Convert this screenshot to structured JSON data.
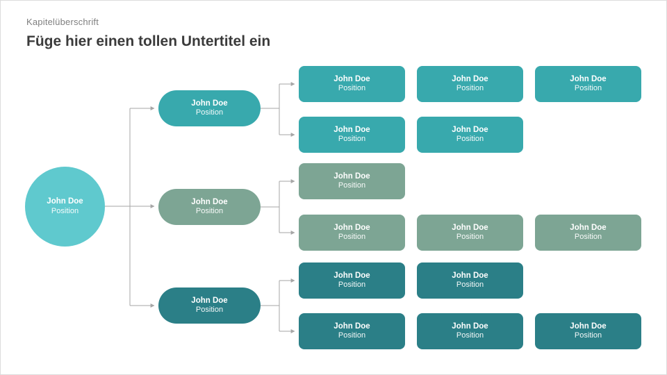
{
  "slide": {
    "eyebrow": "Kapitelüberschrift",
    "title": "Füge hier einen tollen Untertitel ein"
  },
  "colors": {
    "root_node": "#5fc9ce",
    "branch_teal": "#38a9ad",
    "branch_sage": "#7da594",
    "branch_dark_teal": "#2b7f87",
    "connector": "#a6a6a6"
  },
  "root": {
    "name": "John Doe",
    "position": "Position"
  },
  "groups": [
    {
      "branch": {
        "name": "John Doe",
        "position": "Position"
      },
      "rows": [
        [
          {
            "name": "John Doe",
            "position": "Position"
          },
          {
            "name": "John Doe",
            "position": "Position"
          },
          {
            "name": "John Doe",
            "position": "Position"
          }
        ],
        [
          {
            "name": "John Doe",
            "position": "Position"
          },
          {
            "name": "John Doe",
            "position": "Position"
          }
        ]
      ]
    },
    {
      "branch": {
        "name": "John Doe",
        "position": "Position"
      },
      "rows": [
        [
          {
            "name": "John Doe",
            "position": "Position"
          }
        ],
        [
          {
            "name": "John Doe",
            "position": "Position"
          },
          {
            "name": "John Doe",
            "position": "Position"
          },
          {
            "name": "John Doe",
            "position": "Position"
          }
        ]
      ]
    },
    {
      "branch": {
        "name": "John Doe",
        "position": "Position"
      },
      "rows": [
        [
          {
            "name": "John Doe",
            "position": "Position"
          },
          {
            "name": "John Doe",
            "position": "Position"
          }
        ],
        [
          {
            "name": "John Doe",
            "position": "Position"
          },
          {
            "name": "John Doe",
            "position": "Position"
          },
          {
            "name": "John Doe",
            "position": "Position"
          }
        ]
      ]
    }
  ]
}
